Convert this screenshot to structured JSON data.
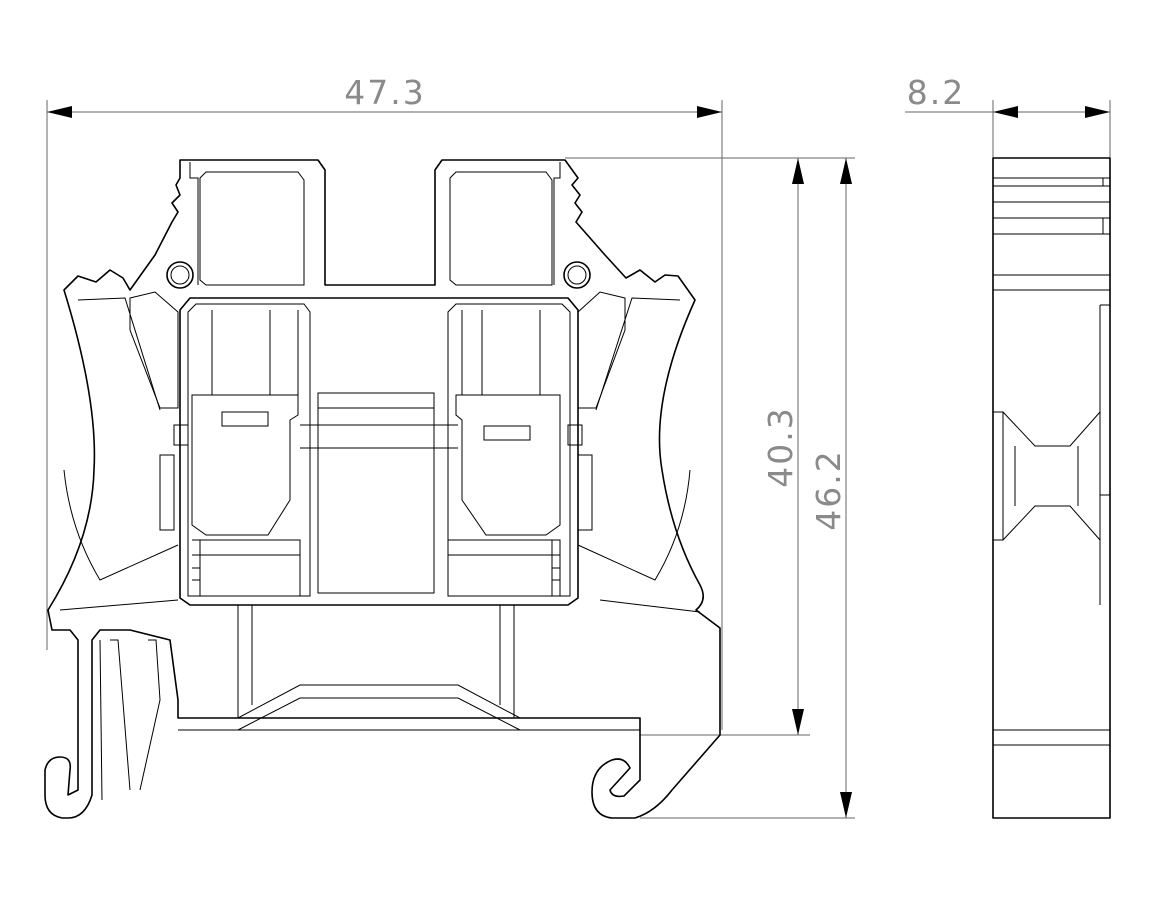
{
  "drawing": {
    "dimensions": {
      "width_front": "47.3",
      "width_side": "8.2",
      "height_inner": "40.3",
      "height_total": "46.2"
    },
    "colors": {
      "line": "#000000",
      "dimension_line": "#666666",
      "dimension_text": "#8a8a8a",
      "background": "#ffffff"
    }
  }
}
